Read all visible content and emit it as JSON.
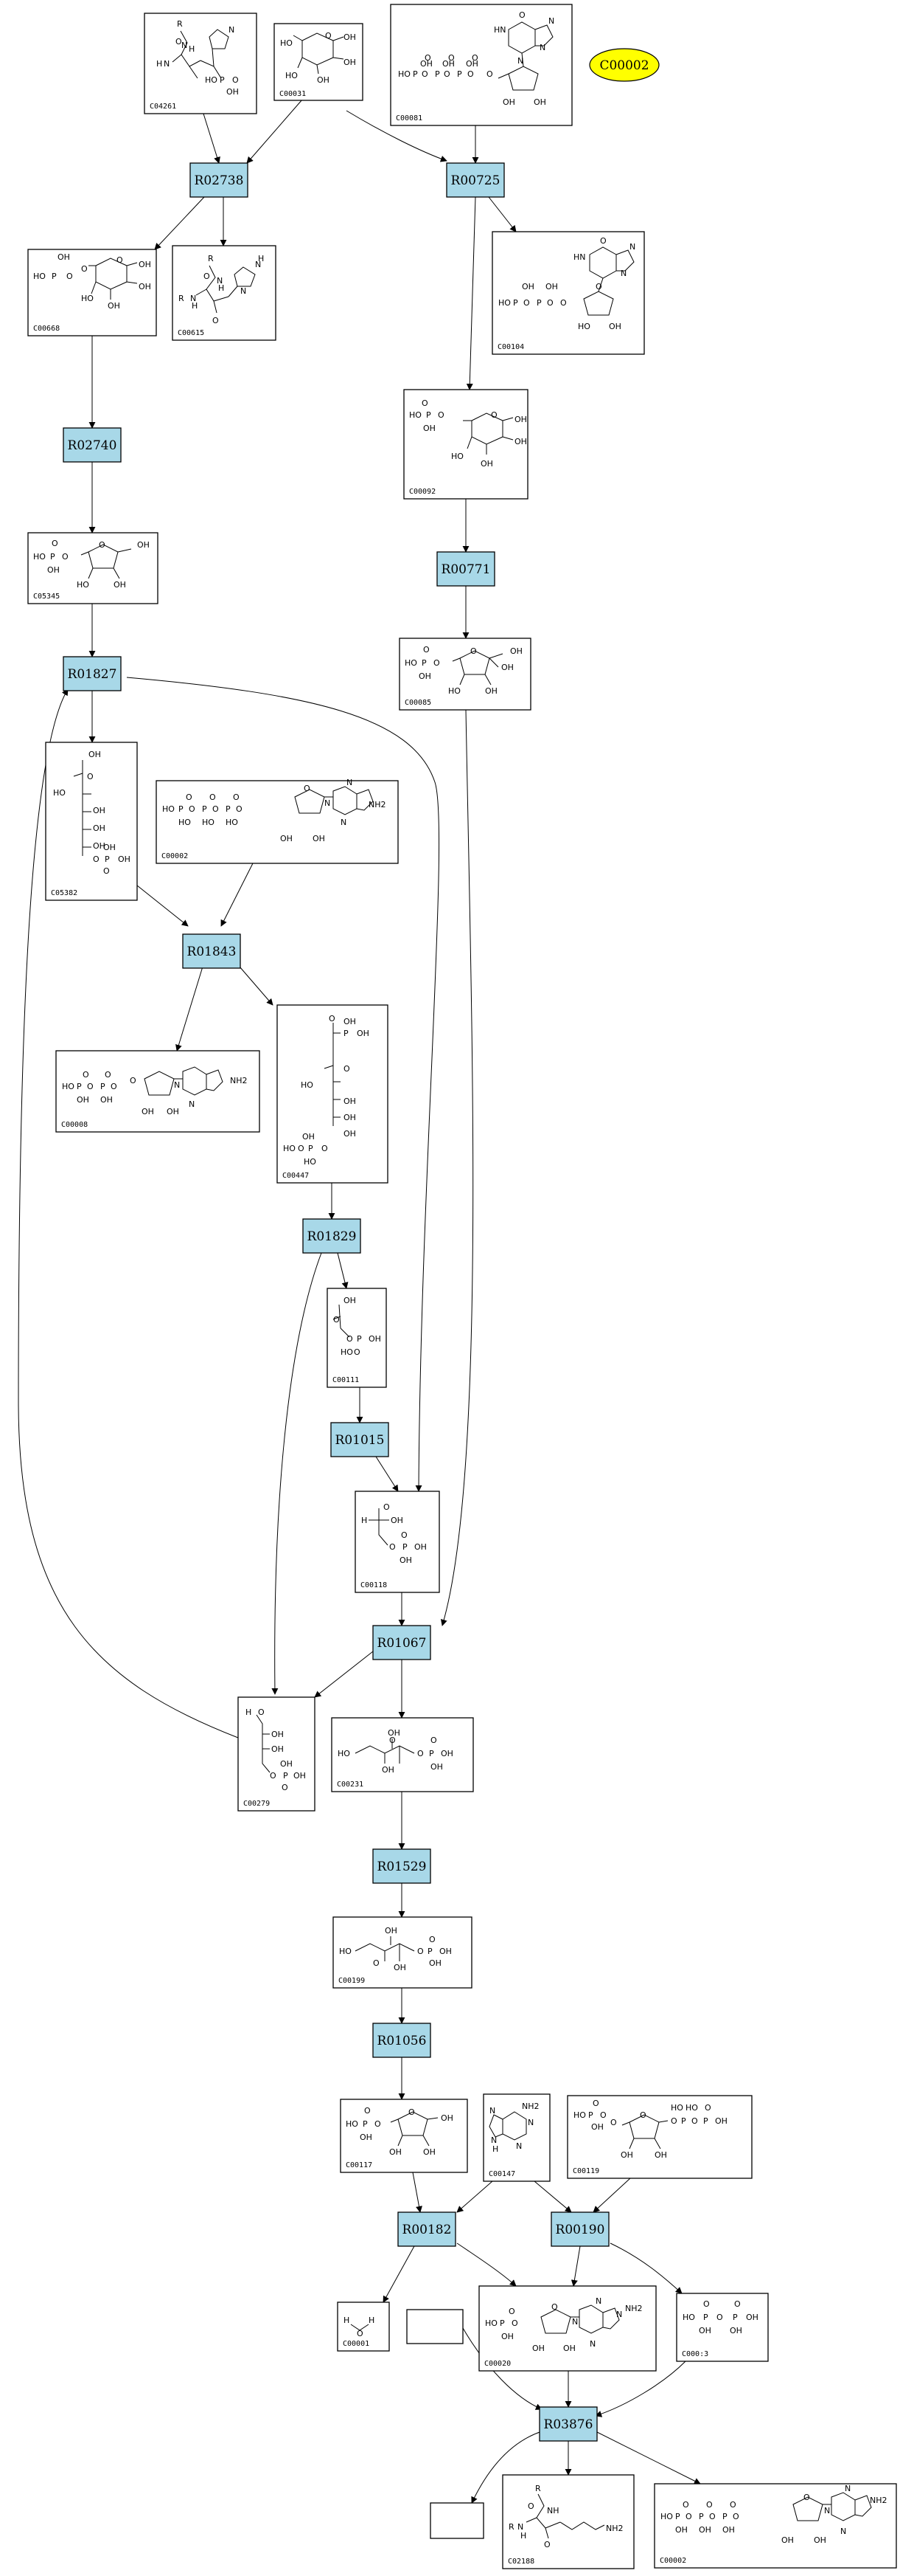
{
  "highlight": {
    "label": "C00002",
    "color": "#ffff00"
  },
  "reaction_color": "#a8d8e8",
  "compounds": {
    "C04261": {
      "label": "C04261",
      "atoms": [
        "R",
        "O",
        "H",
        "N",
        "H",
        "N",
        "HO",
        "P",
        "O",
        "OH",
        "N"
      ]
    },
    "C00031": {
      "label": "C00031",
      "atoms": [
        "HO",
        "O",
        "OH",
        "HO",
        "OH",
        "OH"
      ]
    },
    "C00081": {
      "label": "C00081",
      "atoms": [
        "O",
        "HN",
        "N",
        "N",
        "N",
        "O",
        "O",
        "O",
        "OH",
        "OH",
        "OH",
        "HO",
        "P",
        "O",
        "P",
        "O",
        "P",
        "O",
        "O",
        "OH",
        "OH"
      ]
    },
    "C00668": {
      "label": "C00668",
      "atoms": [
        "OH",
        "HO",
        "P",
        "O",
        "O",
        "O",
        "HO",
        "OH",
        "OH",
        "OH"
      ]
    },
    "C00615": {
      "label": "C00615",
      "atoms": [
        "R",
        "O",
        "N",
        "H",
        "R",
        "N",
        "H",
        "O",
        "N",
        "H",
        "N"
      ]
    },
    "C00104": {
      "label": "C00104",
      "atoms": [
        "O",
        "HN",
        "N",
        "N",
        "OH",
        "OH",
        "HO",
        "P",
        "O",
        "P",
        "O",
        "O",
        "O",
        "HO",
        "OH"
      ]
    },
    "C00092": {
      "label": "C00092",
      "atoms": [
        "O",
        "HO",
        "P",
        "O",
        "OH",
        "O",
        "OH",
        "HO",
        "OH",
        "OH"
      ]
    },
    "C05345": {
      "label": "C05345",
      "atoms": [
        "O",
        "HO",
        "P",
        "O",
        "OH",
        "O",
        "OH",
        "HO",
        "OH"
      ]
    },
    "C00085": {
      "label": "C00085",
      "atoms": [
        "O",
        "HO",
        "P",
        "O",
        "OH",
        "O",
        "OH",
        "HO",
        "OH",
        "OH"
      ]
    },
    "C05382": {
      "label": "C05382",
      "atoms": [
        "OH",
        "O",
        "HO",
        "OH",
        "OH",
        "OH",
        "O",
        "P",
        "OH",
        "OH",
        "O"
      ]
    },
    "C00002": {
      "label": "C00002",
      "atoms": [
        "O",
        "O",
        "O",
        "NH2",
        "HO",
        "P",
        "O",
        "P",
        "O",
        "P",
        "O",
        "O",
        "N",
        "HO",
        "HO",
        "HO",
        "N",
        "OH",
        "OH",
        "N"
      ]
    },
    "C00008": {
      "label": "C00008",
      "atoms": [
        "O",
        "O",
        "NH2",
        "HO",
        "P",
        "O",
        "P",
        "O",
        "O",
        "N",
        "OH",
        "OH",
        "OH",
        "OH",
        "N"
      ]
    },
    "C00447": {
      "label": "C00447",
      "atoms": [
        "O",
        "P",
        "OH",
        "OH",
        "O",
        "HO",
        "OH",
        "OH",
        "OH",
        "HO",
        "O",
        "P",
        "OH",
        "HO",
        "O"
      ]
    },
    "C00111": {
      "label": "C00111",
      "atoms": [
        "OH",
        "O",
        "O",
        "P",
        "OH",
        "HO",
        "O"
      ]
    },
    "C00118": {
      "label": "C00118",
      "atoms": [
        "O",
        "H",
        "OH",
        "O",
        "P",
        "OH",
        "OH",
        "O"
      ]
    },
    "C00279": {
      "label": "C00279",
      "atoms": [
        "H",
        "O",
        "OH",
        "OH",
        "O",
        "OH",
        "P",
        "OH",
        "O"
      ]
    },
    "C00231": {
      "label": "C00231",
      "atoms": [
        "OH",
        "O",
        "HO",
        "O",
        "P",
        "OH",
        "O",
        "OH",
        "OH"
      ]
    },
    "C00199": {
      "label": "C00199",
      "atoms": [
        "OH",
        "O",
        "HO",
        "O",
        "P",
        "OH",
        "O",
        "OH",
        "OH"
      ]
    },
    "C00117": {
      "label": "C00117",
      "atoms": [
        "O",
        "HO",
        "P",
        "O",
        "O",
        "OH",
        "OH",
        "OH",
        "OH"
      ]
    },
    "C00147": {
      "label": "C00147",
      "atoms": [
        "NH2",
        "N",
        "N",
        "N",
        "N",
        "H"
      ]
    },
    "C00119": {
      "label": "C00119",
      "atoms": [
        "HO",
        "HO",
        "O",
        "P",
        "O",
        "P",
        "OH",
        "O",
        "HO",
        "P",
        "O",
        "OH",
        "O",
        "O",
        "O",
        "OH",
        "OH"
      ]
    },
    "C00001": {
      "label": "C00001",
      "atoms": [
        "H",
        "O",
        "H"
      ]
    },
    "C00020": {
      "label": "C00020",
      "atoms": [
        "NH2",
        "O",
        "N",
        "N",
        "HO",
        "P",
        "O",
        "O",
        "N",
        "OH",
        "OH",
        "OH",
        "N"
      ]
    },
    "C00013": {
      "label": "C000:3",
      "atoms": [
        "O",
        "O",
        "HO",
        "P",
        "O",
        "P",
        "OH",
        "OH",
        "OH"
      ]
    },
    "C02188": {
      "label": "C02188",
      "atoms": [
        "R",
        "O",
        "NH",
        "R",
        "N",
        "H",
        "O",
        "NH2"
      ]
    },
    "C00002_bottom": {
      "label": "C00002",
      "atoms": [
        "O",
        "O",
        "O",
        "NH2",
        "HO",
        "P",
        "O",
        "P",
        "O",
        "P",
        "O",
        "O",
        "N",
        "OH",
        "OH",
        "OH",
        "N",
        "OH",
        "OH",
        "N"
      ]
    }
  },
  "reactions": {
    "R02738": "R02738",
    "R00725": "R00725",
    "R02740": "R02740",
    "R00771": "R00771",
    "R01827": "R01827",
    "R01843": "R01843",
    "R01829": "R01829",
    "R01015": "R01015",
    "R01067": "R01067",
    "R01529": "R01529",
    "R01056": "R01056",
    "R00182": "R00182",
    "R00190": "R00190",
    "R03876": "R03876"
  }
}
